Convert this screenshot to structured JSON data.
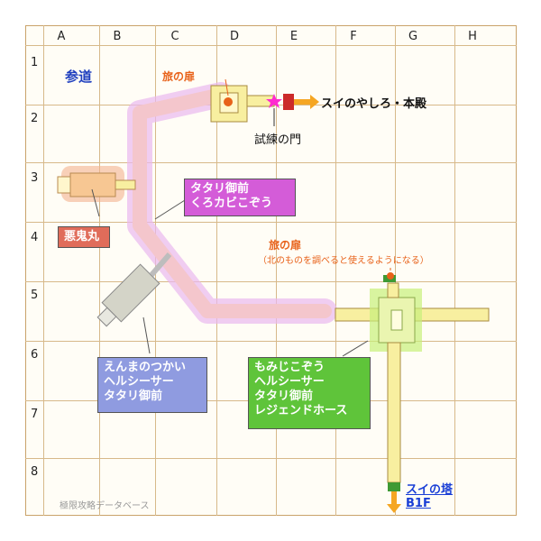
{
  "grid": {
    "columns": [
      "A",
      "B",
      "C",
      "D",
      "E",
      "F",
      "G",
      "H"
    ],
    "rows": [
      "1",
      "2",
      "3",
      "4",
      "5",
      "6",
      "7",
      "8"
    ]
  },
  "labels": {
    "area_name": "参道",
    "door_top": "旅の扉",
    "door_right": "旅の扉",
    "door_right_note": "（北のものを調べると使えるようになる）",
    "trial_gate": "試練の門",
    "exit_east": "スイのやしろ・本殿",
    "exit_south_line1": "スイの塔",
    "exit_south_line2": "B1F",
    "watermark": "極限攻略データベース"
  },
  "boxes": {
    "boss": {
      "title": "悪鬼丸"
    },
    "road_monsters": {
      "lines": [
        "タタリ御前",
        "くろカビこぞう"
      ]
    },
    "west_monsters": {
      "lines": [
        "えんまのつかい",
        "ヘルシーサー",
        "タタリ御前"
      ]
    },
    "east_monsters": {
      "lines": [
        "もみじこぞう",
        "ヘルシーサー",
        "タタリ御前",
        "レジェンドホース"
      ]
    }
  },
  "colors": {
    "label_blue": "#1f3fbf",
    "door_orange": "#e8621a",
    "road_pink": "#f4c6cc",
    "road_glow": "#e9b8f0",
    "corridor_yellow": "#f8efa0",
    "boss_box": "#e06c5a",
    "road_box": "#d45cd8",
    "west_box": "#8f9be0",
    "east_box": "#5fc43a",
    "link_blue": "#1a3fd6"
  }
}
